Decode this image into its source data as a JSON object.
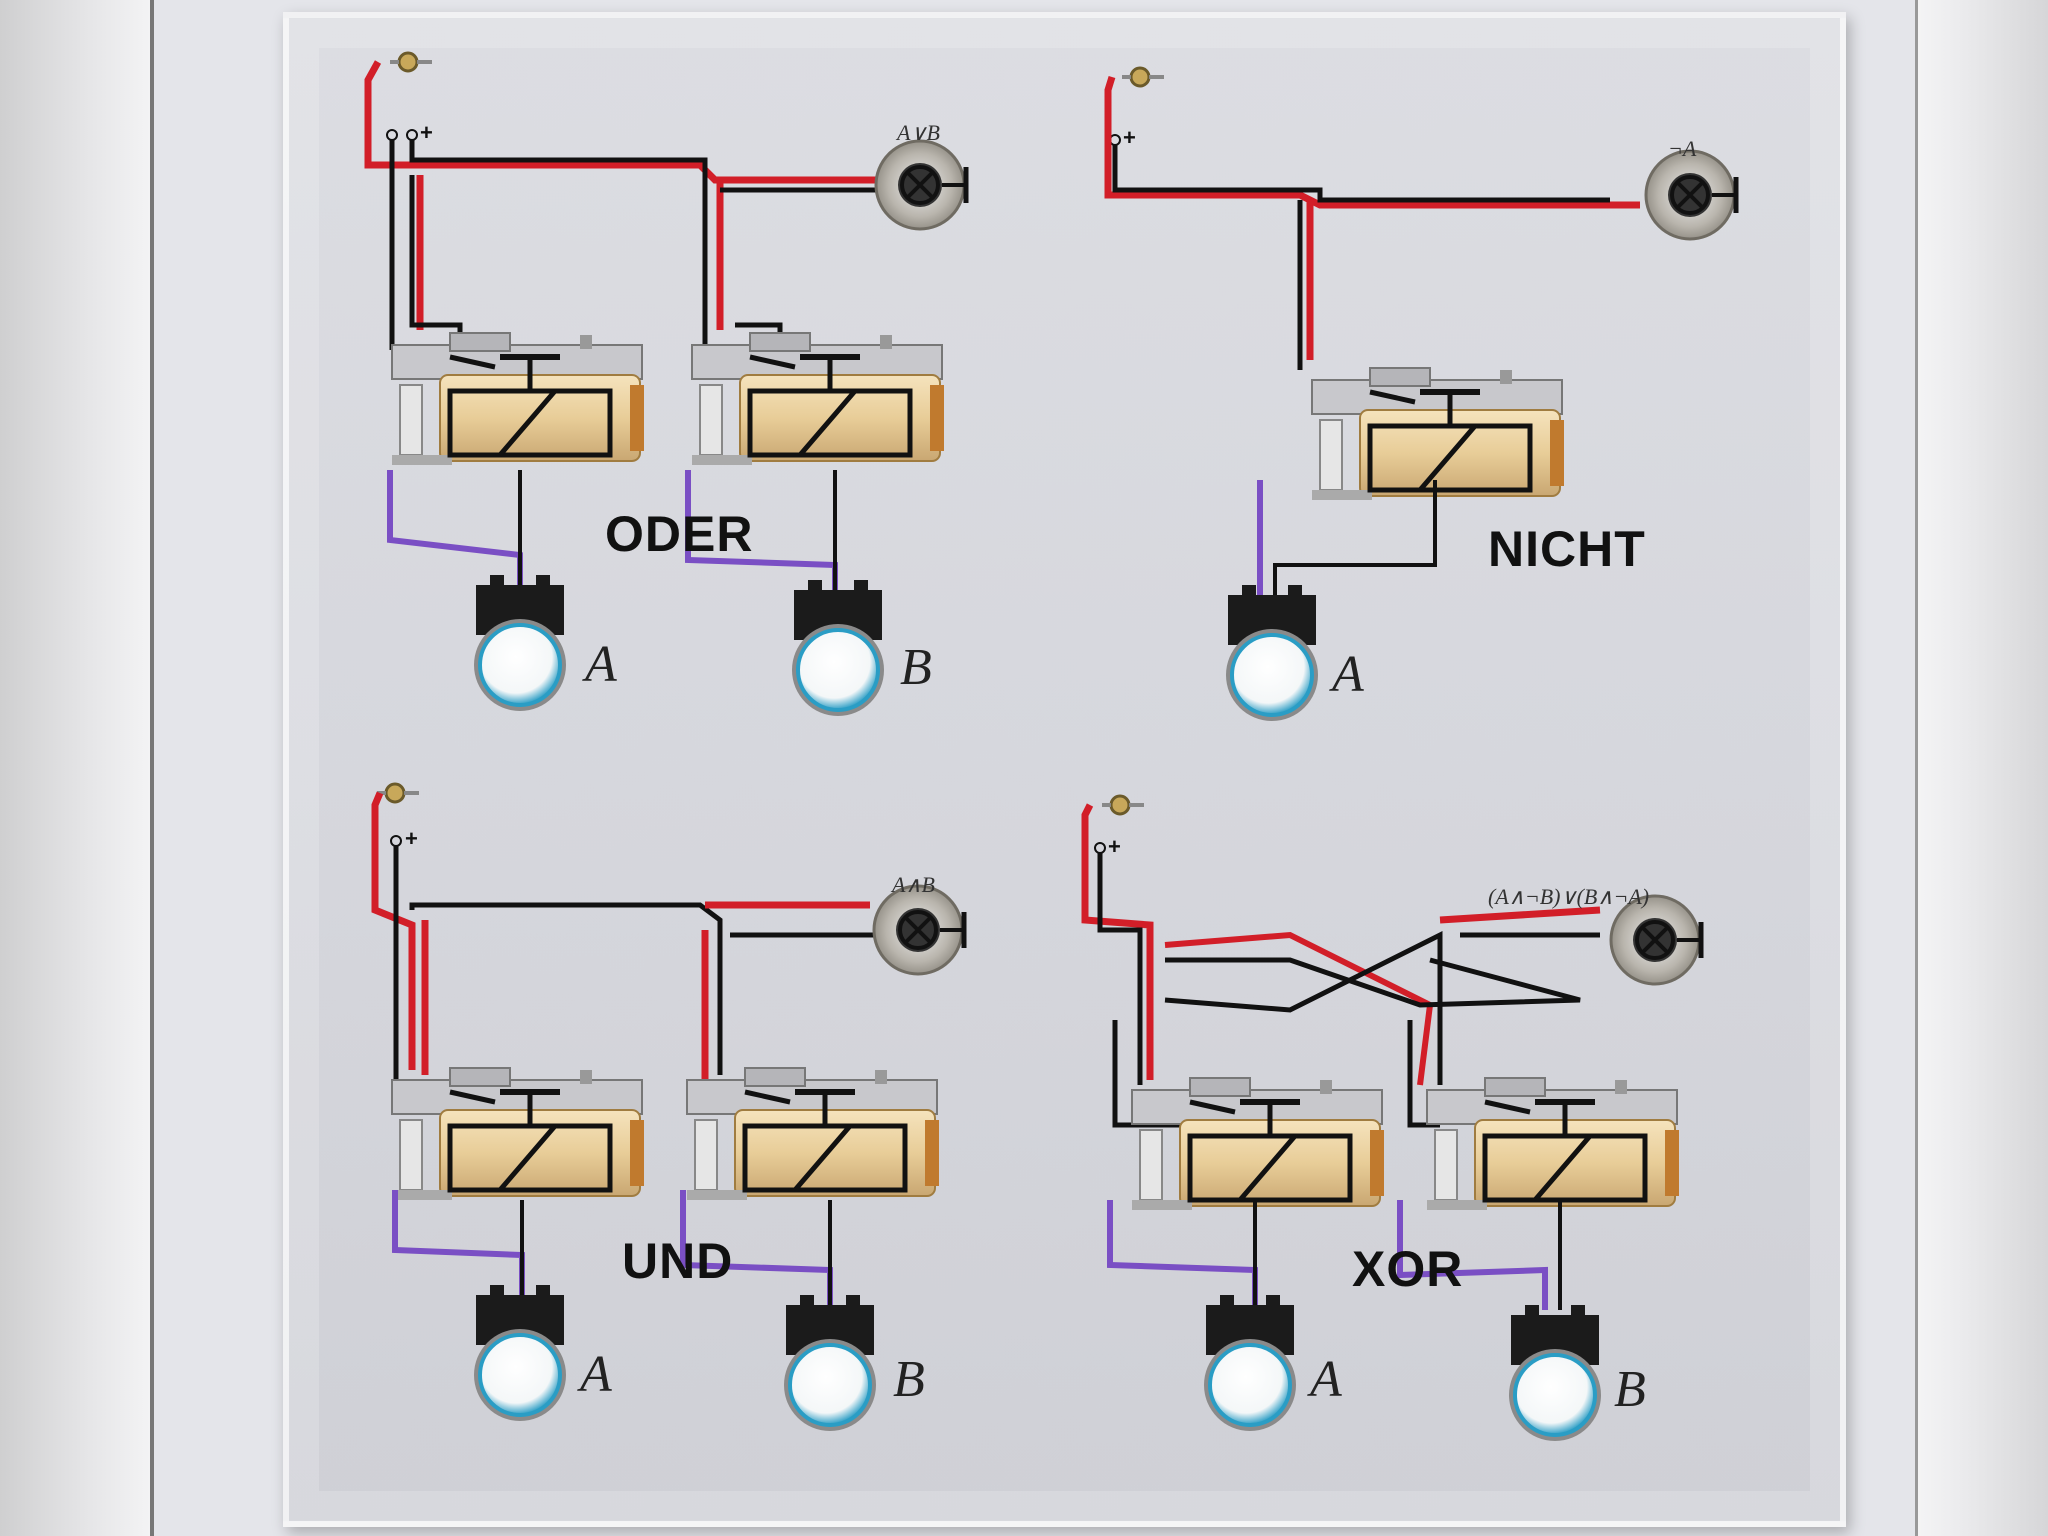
{
  "title": "",
  "colors": {
    "wire_red": "#d21e28",
    "wire_black": "#111111",
    "wire_purple": "#7a4fc4",
    "coil": "#e9cf9f",
    "button_ring": "#2a9dc5"
  },
  "circuits": [
    {
      "id": "oder",
      "name": "ODER",
      "output_formula": "A∨B",
      "supply_label": "+",
      "inputs": [
        "A",
        "B"
      ]
    },
    {
      "id": "nicht",
      "name": "NICHT",
      "output_formula": "¬A",
      "supply_label": "+",
      "inputs": [
        "A"
      ]
    },
    {
      "id": "und",
      "name": "UND",
      "output_formula": "A∧B",
      "supply_label": "+",
      "inputs": [
        "A",
        "B"
      ]
    },
    {
      "id": "xor",
      "name": "XOR",
      "output_formula": "(A∧¬B)∨(B∧¬A)",
      "supply_label": "+",
      "inputs": [
        "A",
        "B"
      ]
    }
  ]
}
